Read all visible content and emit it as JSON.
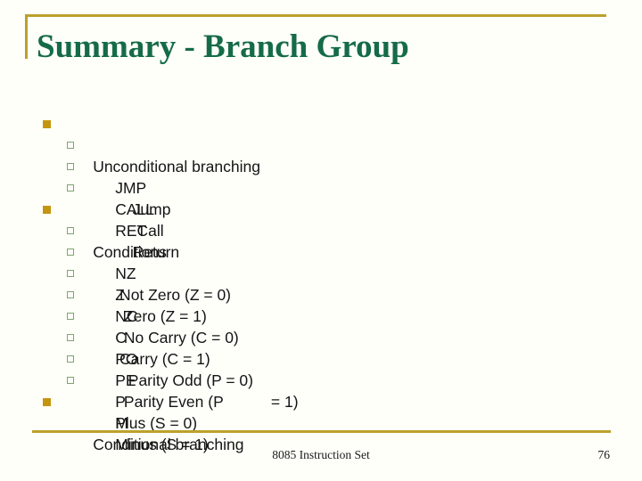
{
  "title": "Summary - Branch Group",
  "colors": {
    "title_green": "#156B48",
    "gold_line": "#BCA02C",
    "gold_bullet": "#C4950E",
    "sub_bullet_green": "#82A371"
  },
  "content": [
    {
      "level": 1,
      "text": "Unconditional branching"
    },
    {
      "level": 2,
      "mnemonic": "JMP",
      "desc": "    Jump"
    },
    {
      "level": 2,
      "mnemonic": "CALL",
      "desc": "     Call"
    },
    {
      "level": 2,
      "mnemonic": "RET",
      "desc": "    Return"
    },
    {
      "level": 1,
      "text": "Conditions"
    },
    {
      "level": 2,
      "mnemonic": "NZ",
      "desc": " Not Zero (Z = 0)"
    },
    {
      "level": 2,
      "mnemonic": "Z",
      "desc": "  Zero (Z = 1)"
    },
    {
      "level": 2,
      "mnemonic": "NC",
      "desc": "  No Carry (C = 0)"
    },
    {
      "level": 2,
      "mnemonic": "C",
      "desc": " Carry (C = 1)"
    },
    {
      "level": 2,
      "mnemonic": "PO",
      "desc": "   Parity Odd (P = 0)"
    },
    {
      "level": 2,
      "mnemonic": "PE",
      "desc": "  Parity Even (P           = 1)"
    },
    {
      "level": 2,
      "mnemonic": "P",
      "desc": "Plus (S = 0)"
    },
    {
      "level": 2,
      "mnemonic": "M",
      "desc": "Minus (S = 1)"
    },
    {
      "level": 1,
      "text": "Conditional branching"
    }
  ],
  "footer": {
    "label": "8085 Instruction Set",
    "page_number": "76"
  }
}
